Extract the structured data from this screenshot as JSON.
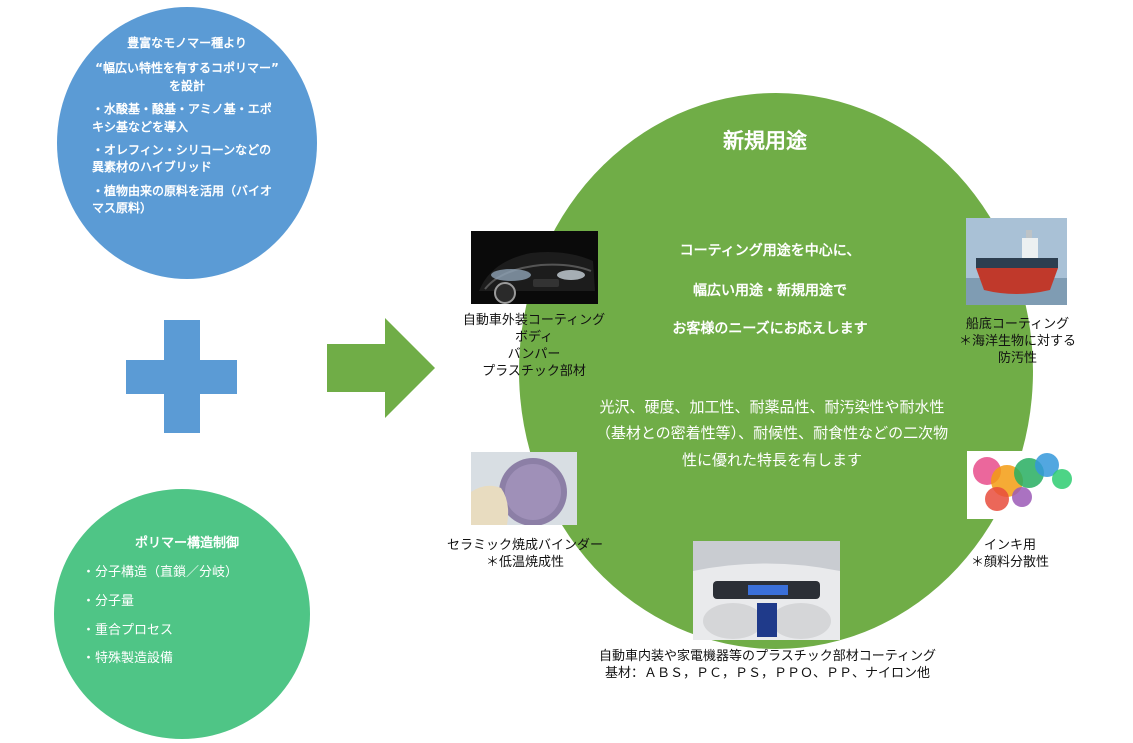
{
  "left_top_circle": {
    "heading1": "豊富なモノマー種より",
    "heading2": "“幅広い特性を有するコポリマー”",
    "heading3": "を設計",
    "items": [
      "・水酸基・酸基・アミノ基・エポキシ基などを導入",
      "・オレフィン・シリコーンなどの異素材のハイブリッド",
      "・植物由来の原料を活用（バイオマス原料）"
    ]
  },
  "left_bottom_circle": {
    "heading": "ポリマー構造制御",
    "items": [
      "・分子構造（直鎖／分岐）",
      "・分子量",
      "・重合プロセス",
      "・特殊製造設備"
    ]
  },
  "center_circle": {
    "title": "新規用途",
    "lines": [
      "コーティング用途を中心に、",
      "幅広い用途・新規用途で",
      "お客様のニーズにお応えします"
    ],
    "paragraph": "光沢、硬度、加工性、耐薬品性、耐汚染性や耐水性（基材との密着性等）、耐候性、耐食性などの二次物性に優れた特長を有します"
  },
  "captions": {
    "car_exterior": [
      "自動車外装コーティング",
      "ボディ",
      "バンパー",
      "プラスチック部材"
    ],
    "ship": [
      "船底コーティング",
      "＊海洋生物に対する",
      "防汚性"
    ],
    "ceramic": [
      "セラミック焼成バインダー",
      "＊低温焼成性"
    ],
    "ink": [
      "インキ用",
      "＊顔料分散性"
    ],
    "interior": [
      "自動車内装や家電機器等のプラスチック部材コーティング",
      "基材：ＡＢＳ，ＰＣ，ＰＳ，ＰＰＯ、ＰＰ、ナイロン他"
    ]
  },
  "colors": {
    "blue": "#5b9bd5",
    "teal": "#4fc586",
    "green": "#70ad47"
  }
}
